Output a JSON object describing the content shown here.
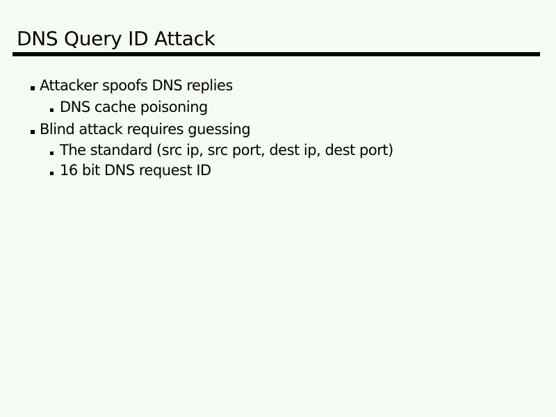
{
  "slide": {
    "title": "DNS Query ID Attack",
    "bullets": [
      {
        "level": 1,
        "text": "Attacker spoofs DNS replies"
      },
      {
        "level": 2,
        "text": "DNS cache poisoning"
      },
      {
        "level": 1,
        "text": "Blind attack requires guessing"
      },
      {
        "level": 2,
        "text": "The standard (src ip, src port, dest ip, dest port)"
      },
      {
        "level": 2,
        "text": "16 bit DNS request ID"
      }
    ],
    "colors": {
      "background": "#f5faf3",
      "text": "#000000",
      "rule": "#000000"
    }
  }
}
